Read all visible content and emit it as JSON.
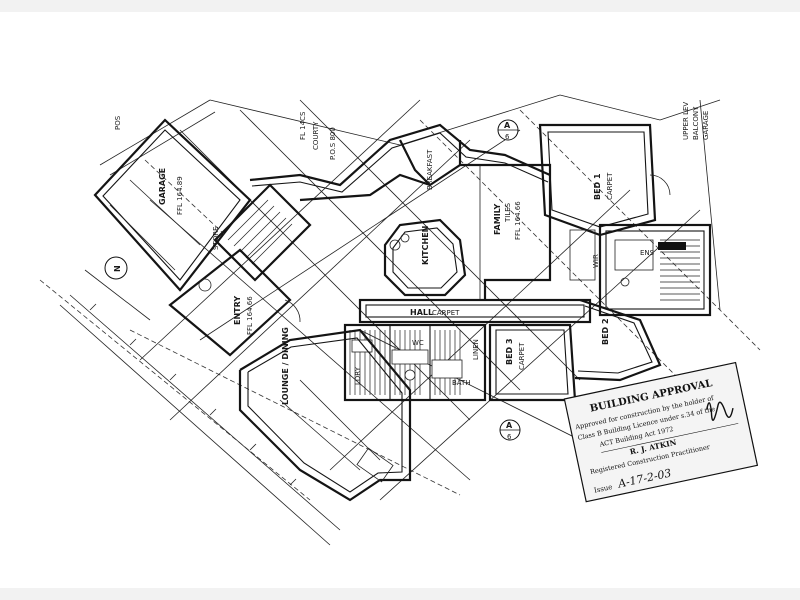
{
  "plan": {
    "rooms": [
      {
        "id": "garage",
        "label": "GARAGE"
      },
      {
        "id": "garage_ffl",
        "label": "FFL 164.89"
      },
      {
        "id": "store",
        "label": "STORE"
      },
      {
        "id": "entry",
        "label": "ENTRY"
      },
      {
        "id": "entry_ffl",
        "label": "FFL 164.66"
      },
      {
        "id": "lounge",
        "label": "LOUNGE / DINING"
      },
      {
        "id": "kitchen",
        "label": "KITCHEN"
      },
      {
        "id": "family",
        "label": "FAMILY"
      },
      {
        "id": "family_tiles",
        "label": "TILES"
      },
      {
        "id": "family_ffl",
        "label": "FFL 164.66"
      },
      {
        "id": "breakfast",
        "label": "BREAKFAST"
      },
      {
        "id": "bed1",
        "label": "BED 1"
      },
      {
        "id": "bed1_carpet",
        "label": "CARPET"
      },
      {
        "id": "bed2",
        "label": "BED 2"
      },
      {
        "id": "bed3",
        "label": "BED 3"
      },
      {
        "id": "bed3_carpet",
        "label": "CARPET"
      },
      {
        "id": "hall",
        "label": "HALL"
      },
      {
        "id": "hall_carpet",
        "label": "CARPET"
      },
      {
        "id": "wir",
        "label": "WIR"
      },
      {
        "id": "ens",
        "label": "ENS"
      },
      {
        "id": "bath",
        "label": "BATH"
      },
      {
        "id": "ldry",
        "label": "LDRY"
      },
      {
        "id": "wc",
        "label": "WC"
      },
      {
        "id": "linen",
        "label": "LINEN"
      },
      {
        "id": "pos",
        "label": "P.O.S 800"
      },
      {
        "id": "fl_hrs",
        "label": "FL 14CS"
      },
      {
        "id": "courty",
        "label": "COURTY"
      },
      {
        "id": "pos_note",
        "label": "POS"
      },
      {
        "id": "upper",
        "label": "UPPER LEV"
      },
      {
        "id": "balcony",
        "label": "BALCONY"
      },
      {
        "id": "garage_r",
        "label": "GARAGE"
      }
    ],
    "section_markers": [
      {
        "id": "secA_top",
        "letter": "A",
        "num": "6"
      },
      {
        "id": "secA_bot",
        "letter": "A",
        "num": "6"
      },
      {
        "id": "north",
        "letter": "N",
        "num": ""
      }
    ]
  },
  "stamp": {
    "title": "BUILDING APPROVAL",
    "line1": "Approved for construction by the holder of",
    "line2": "Class B Building Licence under s.34 of the",
    "line3": "ACT Building Act 1972",
    "name": "R. J. ATKIN",
    "line4": "Registered Construction Practitioner",
    "date_label": "Issue",
    "date_value": "A-17-2-03"
  },
  "colors": {
    "ink": "#141414",
    "paper": "#ffffff",
    "stamp_fill": "#f4f4f4"
  }
}
